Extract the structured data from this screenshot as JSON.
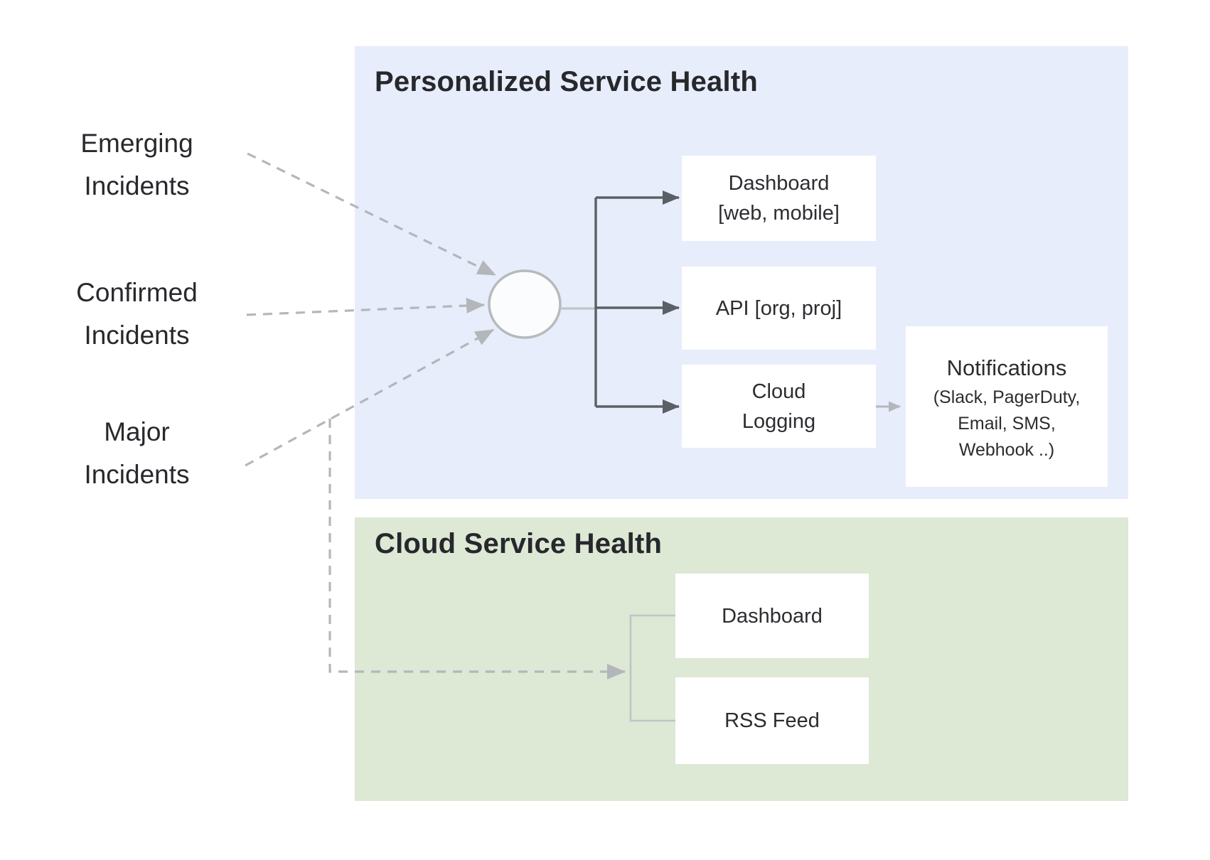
{
  "sources": {
    "emerging": {
      "line1": "Emerging",
      "line2": "Incidents"
    },
    "confirmed": {
      "line1": "Confirmed",
      "line2": "Incidents"
    },
    "major": {
      "line1": "Major",
      "line2": "Incidents"
    }
  },
  "personalized_section": {
    "title": "Personalized Service Health",
    "dashboard_box": {
      "line1": "Dashboard",
      "line2": "[web, mobile]"
    },
    "api_box": {
      "line1": "API [org, proj]"
    },
    "cloud_logging_box": {
      "line1": "Cloud",
      "line2": "Logging"
    },
    "notifications_box": {
      "title": "Notifications",
      "sub1": "(Slack, PagerDuty,",
      "sub2": "Email, SMS,",
      "sub3": "Webhook ..)"
    }
  },
  "cloud_section": {
    "title": "Cloud Service Health",
    "dashboard_box": {
      "line1": "Dashboard"
    },
    "rss_box": {
      "line1": "RSS Feed"
    }
  },
  "colors": {
    "personalized_bg": "#e8edfb",
    "cloud_bg": "#dde8d5",
    "node_bg": "#ffffff",
    "dark_arrow": "#5b6066",
    "light_arrow": "#b3b7bb",
    "text": "#26282c"
  }
}
